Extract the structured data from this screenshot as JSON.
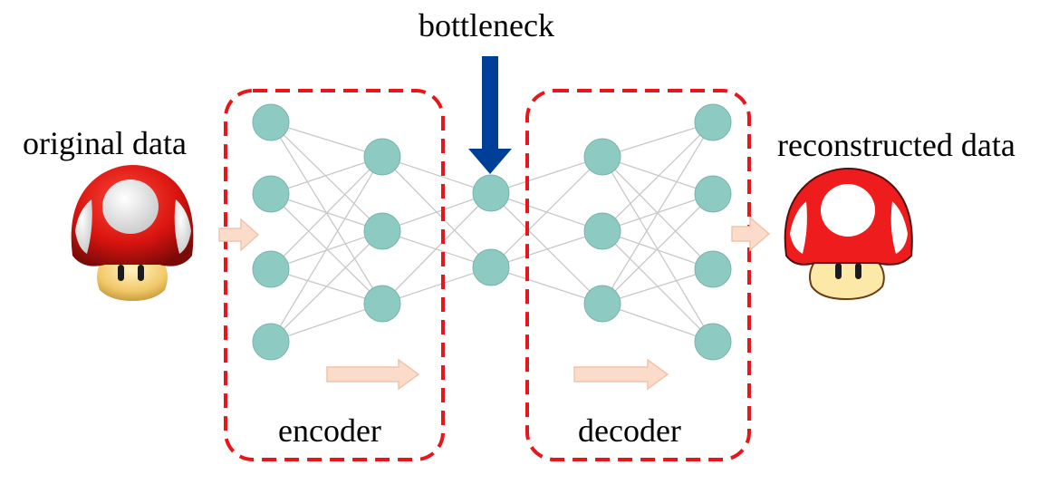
{
  "labels": {
    "bottleneck": "bottleneck",
    "original": "original data",
    "reconstructed": "reconstructed data",
    "encoder": "encoder",
    "decoder": "decoder"
  },
  "network": {
    "layers": [
      4,
      3,
      2,
      3,
      4
    ]
  },
  "colors": {
    "node": "#8dcac1",
    "node_stroke": "#78b5ac",
    "edge": "#c8c8c8",
    "box": "#e8151b",
    "bottleneck_arrow": "#003f98",
    "flow_arrow": "#fbdccb",
    "flow_arrow_stroke": "#f2c3aa"
  },
  "icons": {
    "input": "mushroom-photo-icon",
    "output": "mushroom-cartoon-icon"
  }
}
